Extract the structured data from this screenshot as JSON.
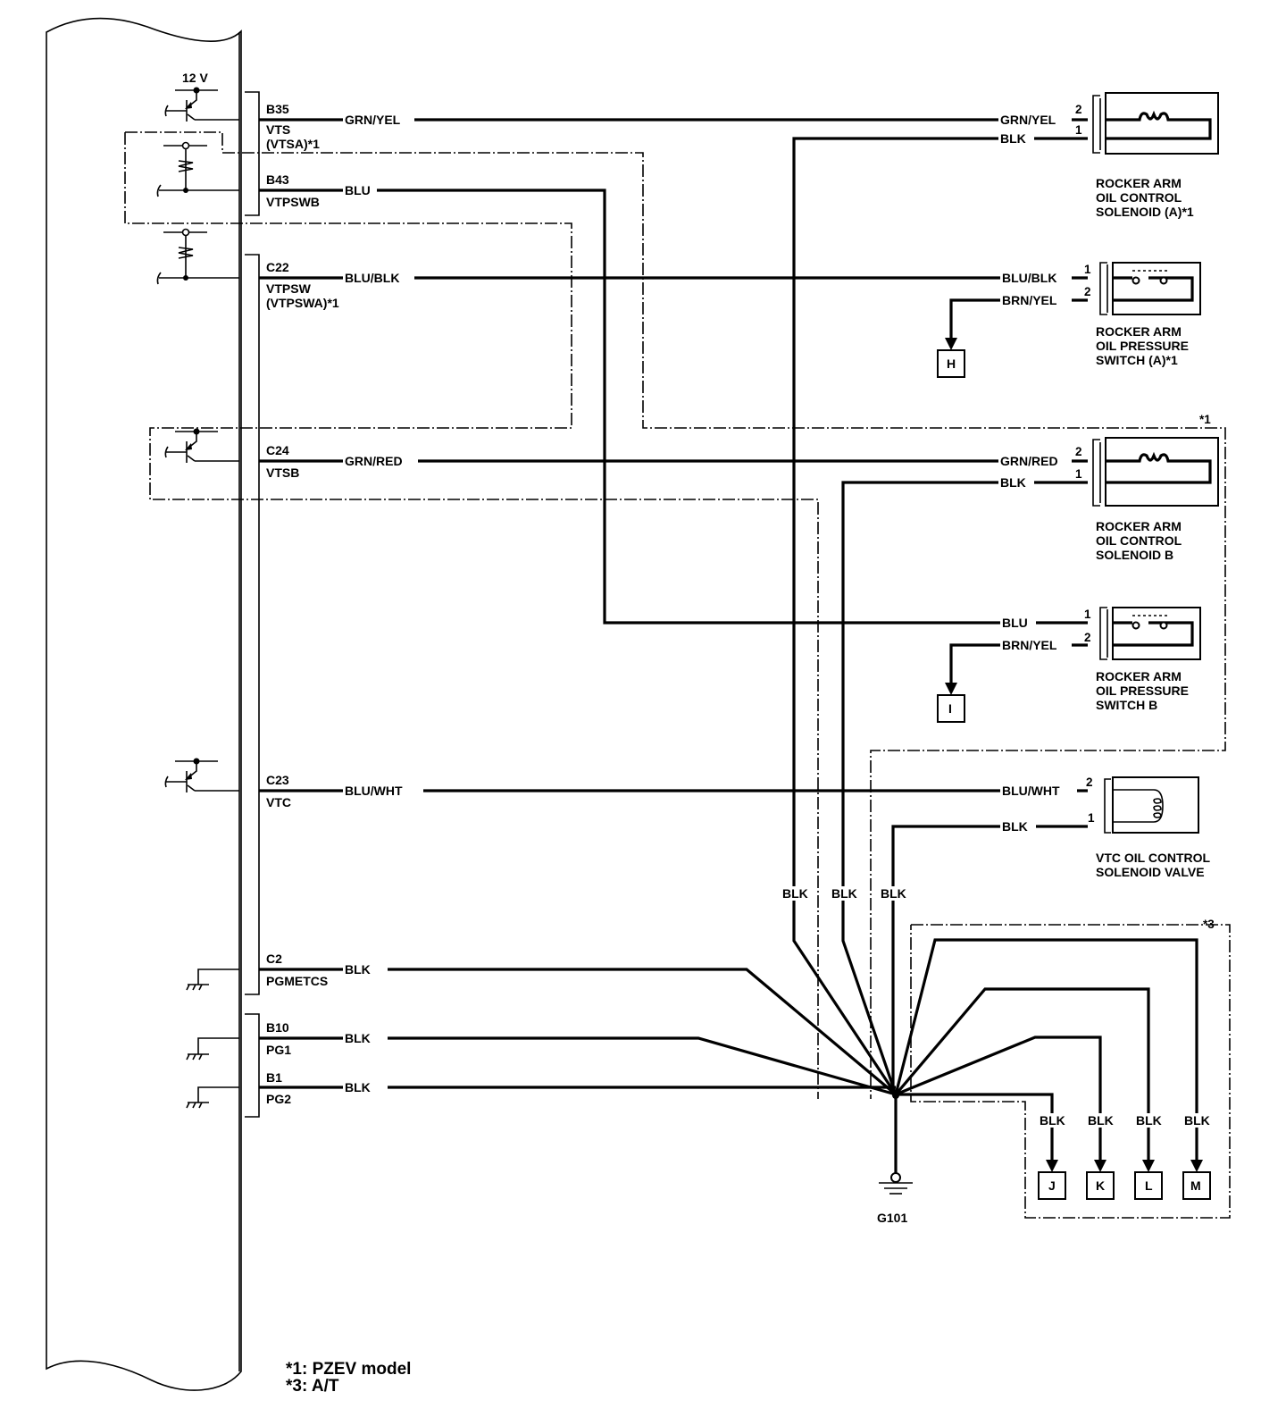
{
  "ecm": {
    "supply_label": "12 V",
    "terminals": [
      {
        "pin": "B35",
        "name": "VTS",
        "alt": "(VTSA)*1",
        "wire": "GRN/YEL"
      },
      {
        "pin": "B43",
        "name": "VTPSWB",
        "wire": "BLU"
      },
      {
        "pin": "C22",
        "name": "VTPSW",
        "alt": "(VTPSWA)*1",
        "wire": "BLU/BLK"
      },
      {
        "pin": "C24",
        "name": "VTSB",
        "wire": "GRN/RED"
      },
      {
        "pin": "C23",
        "name": "VTC",
        "wire": "BLU/WHT"
      },
      {
        "pin": "C2",
        "name": "PGMETCS",
        "wire": "BLK"
      },
      {
        "pin": "B10",
        "name": "PG1",
        "wire": "BLK"
      },
      {
        "pin": "B1",
        "name": "PG2",
        "wire": "BLK"
      }
    ]
  },
  "components": [
    {
      "id": "solenoid-a",
      "lines": [
        "ROCKER ARM",
        "OIL CONTROL",
        "SOLENOID (A)*1"
      ],
      "pins": [
        {
          "num": "2",
          "wire": "GRN/YEL"
        },
        {
          "num": "1",
          "wire": "BLK"
        }
      ]
    },
    {
      "id": "pressure-switch-a",
      "lines": [
        "ROCKER ARM",
        "OIL PRESSURE",
        "SWITCH (A)*1"
      ],
      "pins": [
        {
          "num": "1",
          "wire": "BLU/BLK"
        },
        {
          "num": "2",
          "wire": "BRN/YEL"
        }
      ],
      "connector": "H"
    },
    {
      "id": "solenoid-b",
      "lines": [
        "ROCKER ARM",
        "OIL CONTROL",
        "SOLENOID B"
      ],
      "pins": [
        {
          "num": "2",
          "wire": "GRN/RED"
        },
        {
          "num": "1",
          "wire": "BLK"
        }
      ]
    },
    {
      "id": "pressure-switch-b",
      "lines": [
        "ROCKER ARM",
        "OIL PRESSURE",
        "SWITCH B"
      ],
      "pins": [
        {
          "num": "1",
          "wire": "BLU"
        },
        {
          "num": "2",
          "wire": "BRN/YEL"
        }
      ],
      "connector": "I"
    },
    {
      "id": "vtc-valve",
      "lines": [
        "VTC OIL CONTROL",
        "SOLENOID VALVE"
      ],
      "pins": [
        {
          "num": "2",
          "wire": "BLU/WHT"
        },
        {
          "num": "1",
          "wire": "BLK"
        }
      ]
    }
  ],
  "ground": {
    "label": "G101",
    "vertical_wire_labels": [
      "BLK",
      "BLK",
      "BLK"
    ],
    "at_connectors": [
      {
        "wire": "BLK",
        "connector": "J"
      },
      {
        "wire": "BLK",
        "connector": "K"
      },
      {
        "wire": "BLK",
        "connector": "L"
      },
      {
        "wire": "BLK",
        "connector": "M"
      }
    ]
  },
  "group_marks": {
    "pzev": "*1",
    "at": "*3"
  },
  "notes": [
    "*1: PZEV model",
    "*3: A/T"
  ]
}
